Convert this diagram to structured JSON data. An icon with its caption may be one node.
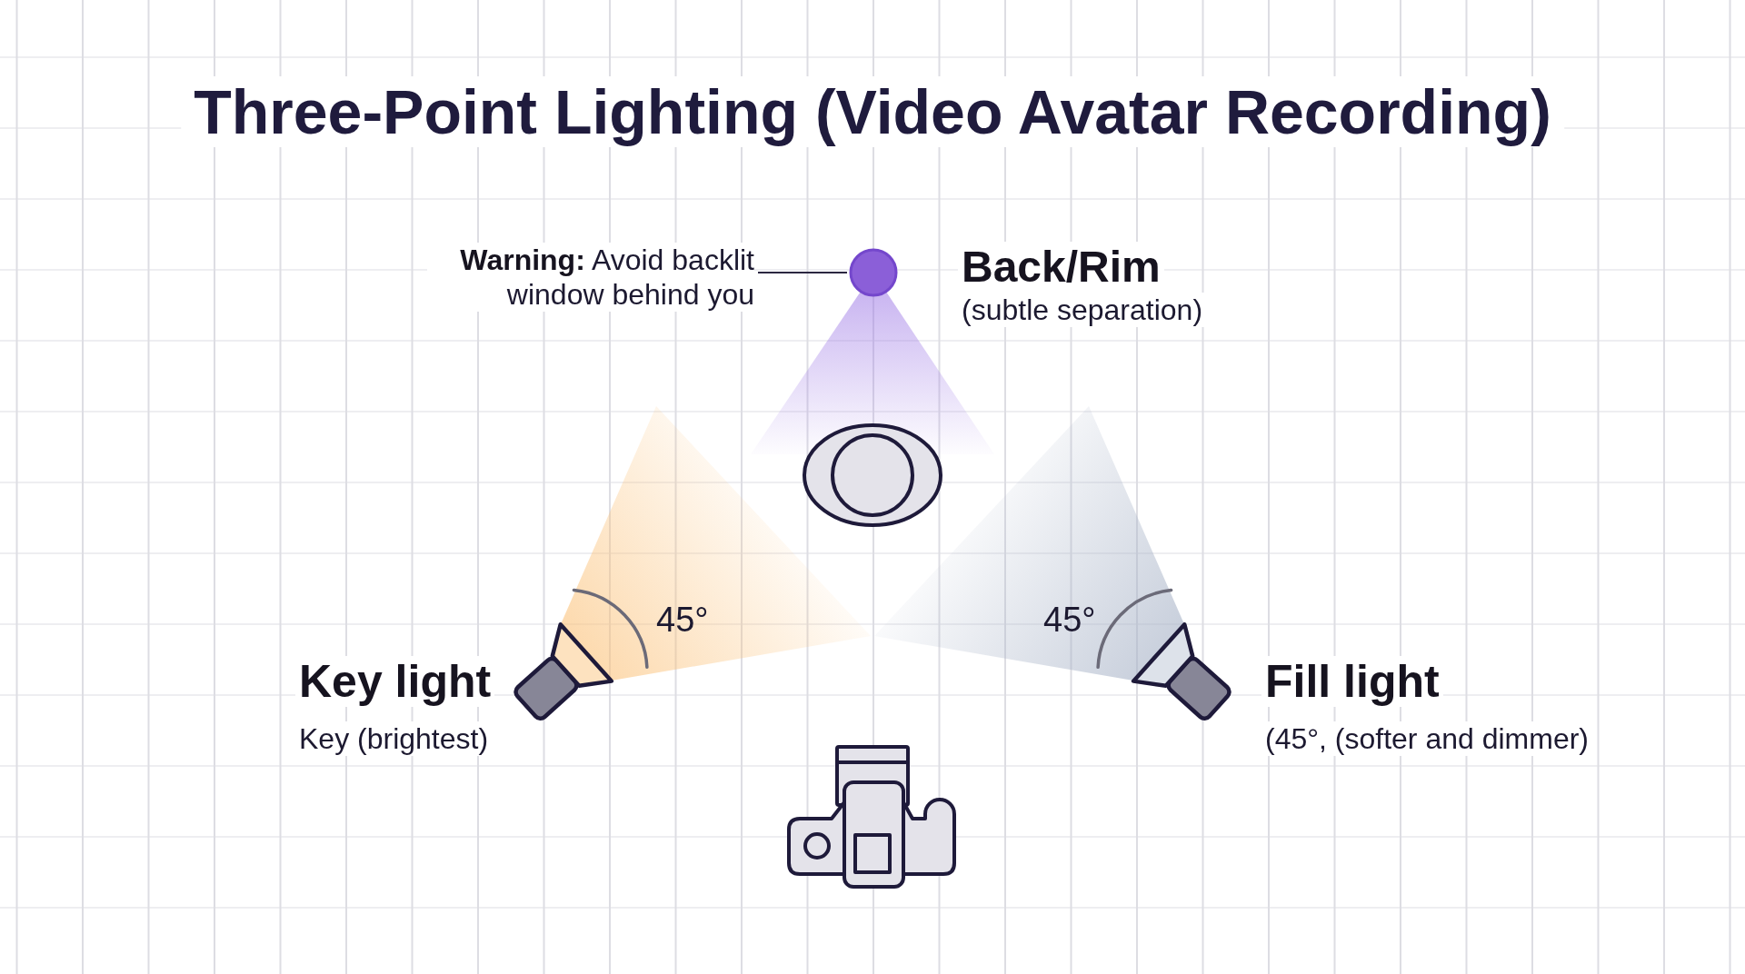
{
  "diagram": {
    "title": "Three-Point Lighting (Video Avatar Recording)",
    "nodes": [
      {
        "text": [
          "**Warning:** Avoid backlit window behind you"
        ]
      },
      {
        "text": [
          "Back/Rim",
          "(subtle separation)"
        ]
      },
      {
        "text": [],
        "shape": "person"
      },
      {
        "text": [
          "Key light",
          "Key (brightest)"
        ]
      },
      {
        "text": [
          "Fill light",
          "(45°, (softer and dimmer)"
        ]
      },
      {
        "text": [],
        "shape": "picture"
      }
    ],
    "edges": [
      {
        "from": 0,
        "to": 1,
        "arrow": "none"
      }
    ],
    "labels": [
      "45°",
      "45°"
    ]
  }
}
